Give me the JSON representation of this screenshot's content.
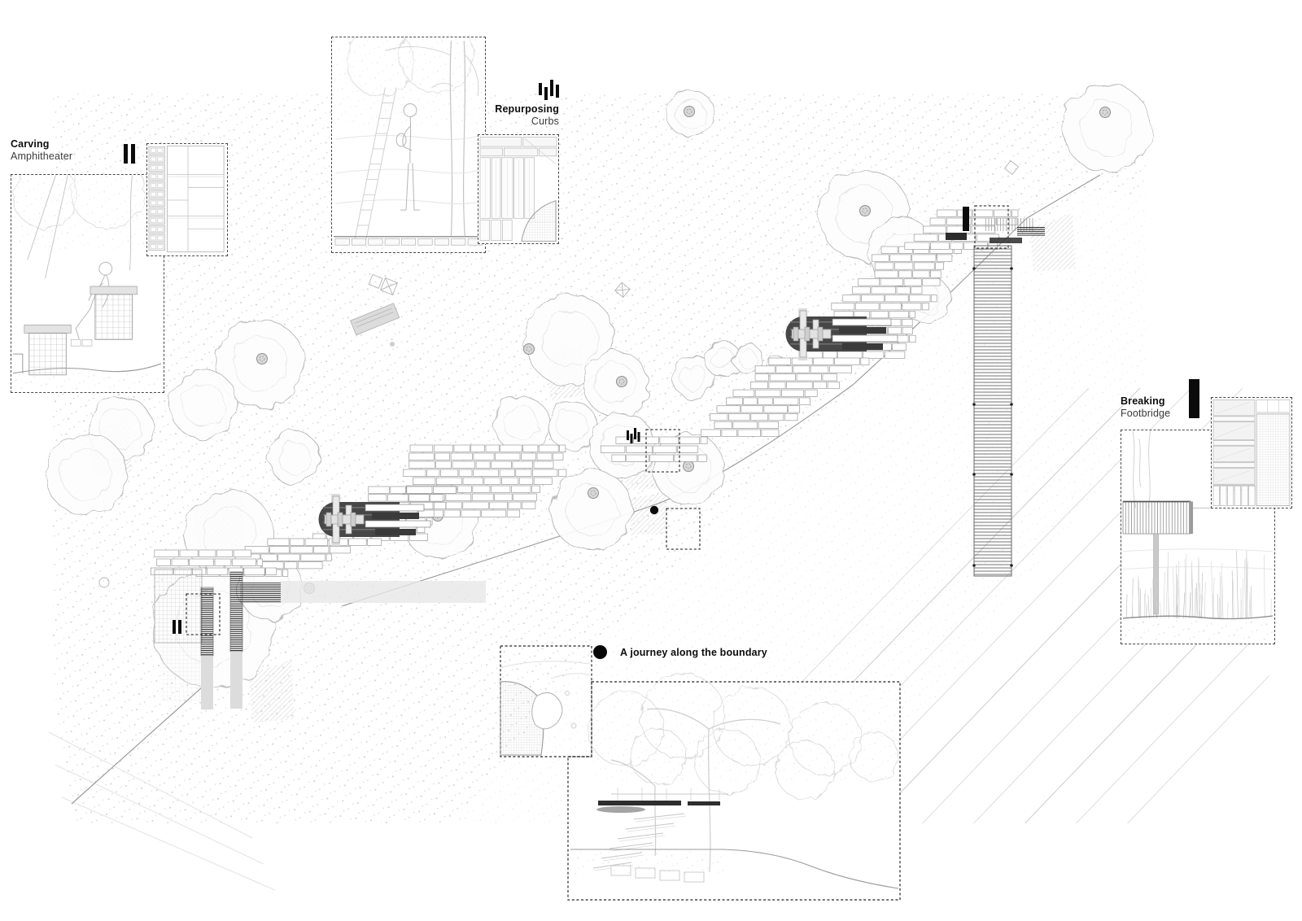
{
  "palette": {
    "paper": "#ffffff",
    "ink": "#0c0c0c",
    "dark_fill": "#474747",
    "sketch_gray": "#b9b9b9",
    "pale_gray": "#e0e0e0"
  },
  "legend": {
    "carving": {
      "title": "Carving",
      "subtitle": "Amphitheater",
      "icon": "tally-two-icon"
    },
    "repurposing": {
      "title": "Repurposing",
      "subtitle": "Curbs",
      "icon": "tally-four-icon"
    },
    "breaking": {
      "title": "Breaking",
      "subtitle": "Footbridge",
      "icon": "tally-one-icon"
    },
    "journey": {
      "label": "A journey along the boundary",
      "icon": "journey-dot-icon"
    }
  }
}
